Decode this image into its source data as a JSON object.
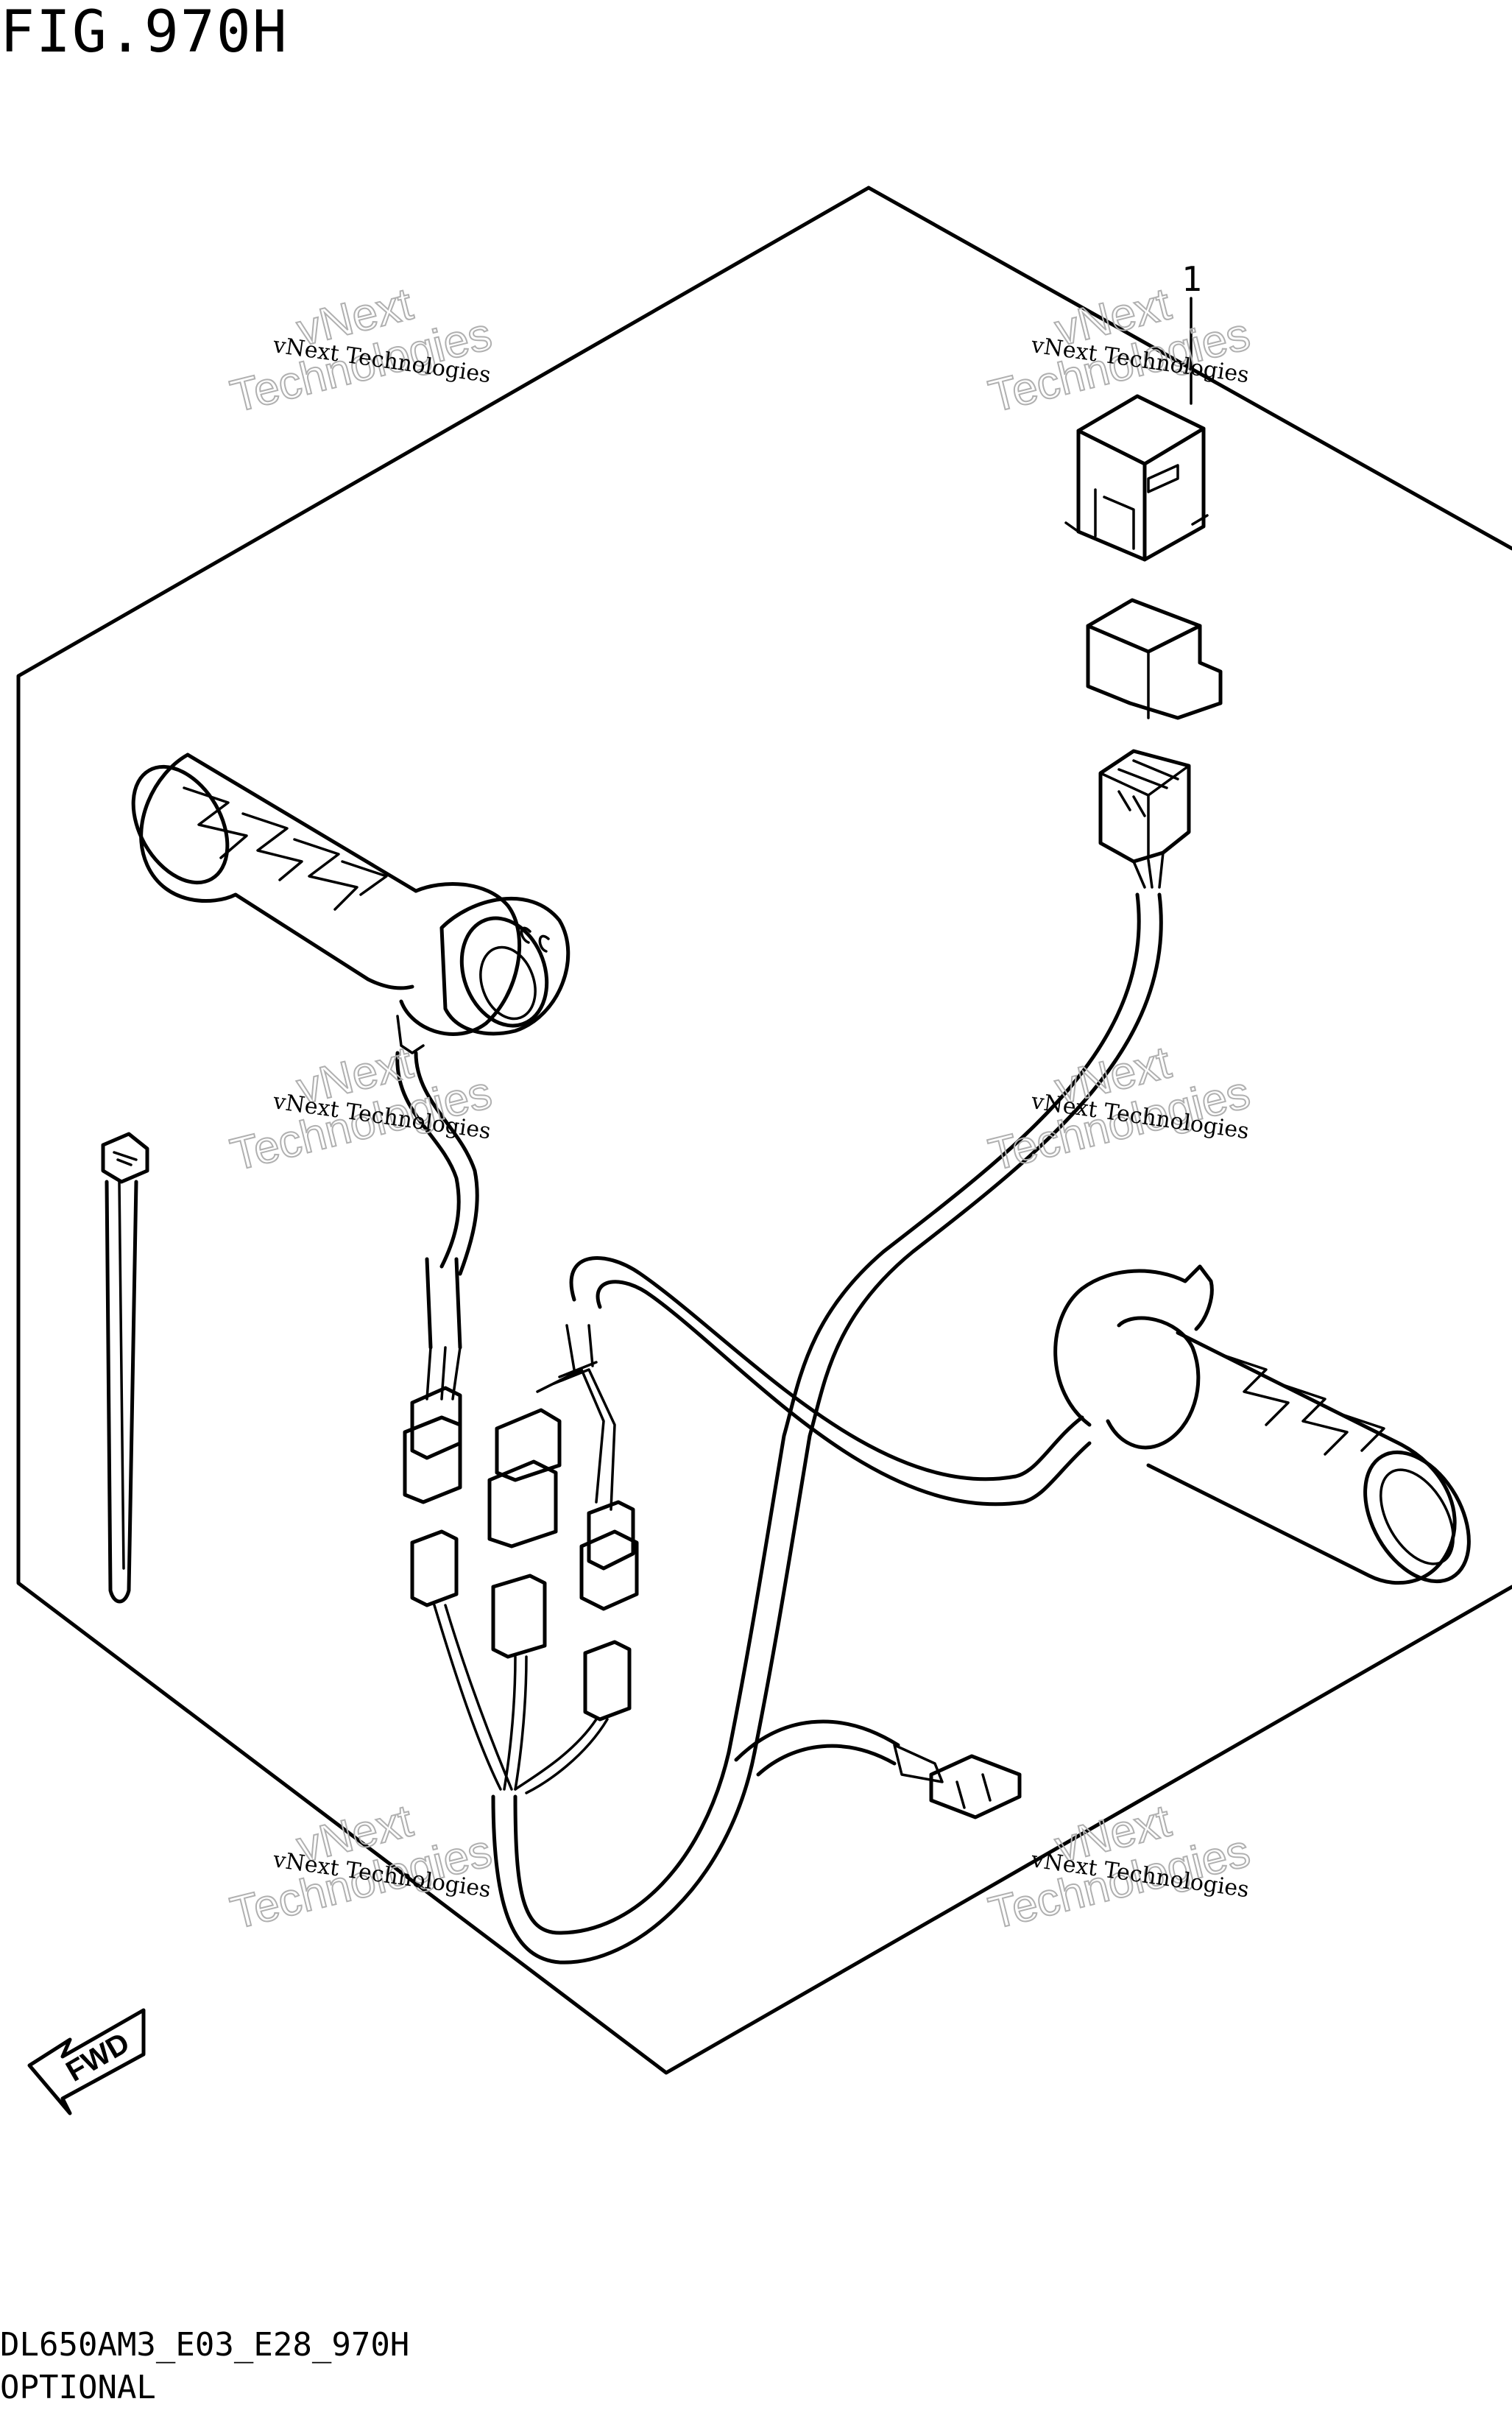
{
  "figure": {
    "title": "FIG.970H",
    "code": "DL650AM3_E03_E28_970H",
    "note": "OPTIONAL"
  },
  "callouts": [
    {
      "id": "part-1",
      "label": "1"
    }
  ],
  "watermark": {
    "small_text": "vNext Technologies",
    "big_line1": "vNext",
    "big_line2": "Technologies"
  },
  "direction_marker": {
    "label": "FWD",
    "icon": "fwd-arrow-icon"
  },
  "colors": {
    "ink": "#000000",
    "paper": "#ffffff",
    "watermark": "#b0b0b0"
  }
}
